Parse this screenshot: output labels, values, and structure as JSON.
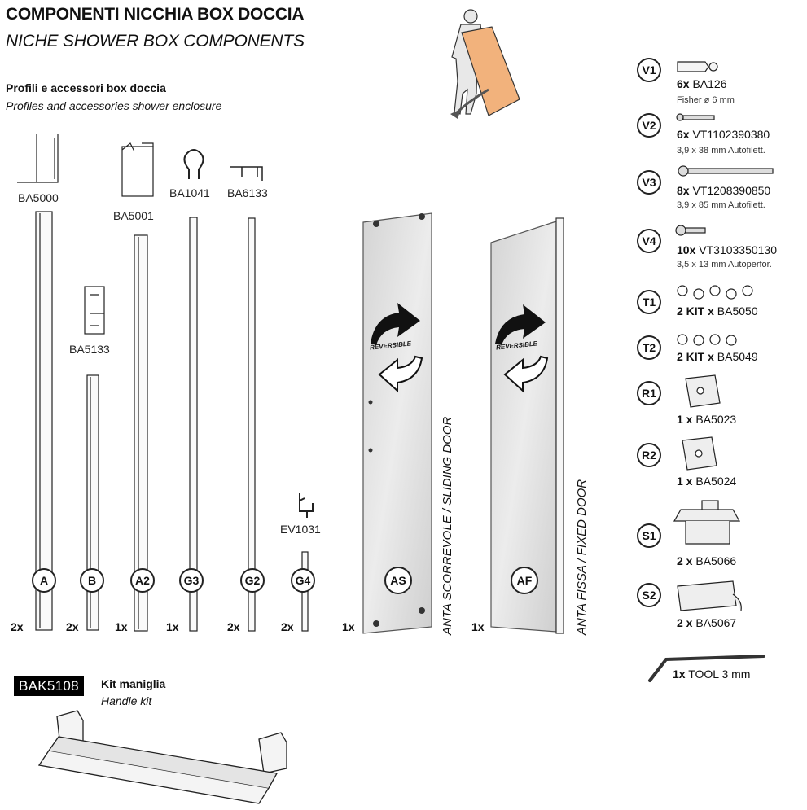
{
  "header": {
    "title": "COMPONENTI NICCHIA BOX DOCCIA",
    "subtitle": "NICHE SHOWER BOX COMPONENTS"
  },
  "section": {
    "title": "Profili e accessori box doccia",
    "subtitle": "Profiles and accessories shower enclosure"
  },
  "profiles": {
    "codes": [
      "BA5000",
      "BA5001",
      "BA1041",
      "BA6133",
      "BA5133",
      "EV1031"
    ],
    "items": [
      {
        "letter": "A",
        "qty": "2x"
      },
      {
        "letter": "B",
        "qty": "2x"
      },
      {
        "letter": "A2",
        "qty": "1x"
      },
      {
        "letter": "G3",
        "qty": "1x"
      },
      {
        "letter": "G2",
        "qty": "2x"
      },
      {
        "letter": "G4",
        "qty": "2x"
      },
      {
        "letter": "AS",
        "qty": "1x"
      },
      {
        "letter": "AF",
        "qty": "1x"
      }
    ],
    "reversible": "REVERSIBLE",
    "sliding_door": "ANTA SCORREVOLE / SLIDING DOOR",
    "fixed_door": "ANTA FISSA / FIXED DOOR"
  },
  "hardware": [
    {
      "id": "V1",
      "qty": "6x",
      "code": "BA126",
      "desc": "Fisher ø 6 mm"
    },
    {
      "id": "V2",
      "qty": "6x",
      "code": "VT1102390380",
      "desc": "3,9 x 38 mm Autofilett."
    },
    {
      "id": "V3",
      "qty": "8x",
      "code": "VT1208390850",
      "desc": "3,9 x 85 mm Autofilett."
    },
    {
      "id": "V4",
      "qty": "10x",
      "code": "VT3103350130",
      "desc": "3,5 x 13 mm Autoperfor."
    },
    {
      "id": "T1",
      "qty": "2 KIT x",
      "code": "BA5050",
      "desc": ""
    },
    {
      "id": "T2",
      "qty": "2 KIT x",
      "code": "BA5049",
      "desc": ""
    },
    {
      "id": "R1",
      "qty": "1 x",
      "code": "BA5023",
      "desc": ""
    },
    {
      "id": "R2",
      "qty": "1 x",
      "code": "BA5024",
      "desc": ""
    },
    {
      "id": "S1",
      "qty": "2 x",
      "code": "BA5066",
      "desc": ""
    },
    {
      "id": "S2",
      "qty": "2 x",
      "code": "BA5067",
      "desc": ""
    }
  ],
  "tool": {
    "qty": "1x",
    "label": "TOOL 3 mm"
  },
  "handle_kit": {
    "code": "BAK5108",
    "title": "Kit maniglia",
    "subtitle": "Handle kit"
  },
  "colors": {
    "glass": "#c8c8c8",
    "panel_orange": "#f2b27c",
    "ink": "#222222"
  }
}
